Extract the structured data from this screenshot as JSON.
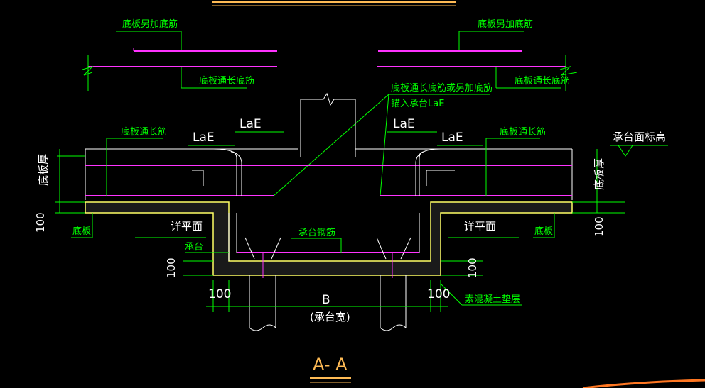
{
  "drawing": {
    "title": "A- A",
    "labels": {
      "top_left_add": "底板另加底筋",
      "top_right_add": "底板另加底筋",
      "top_left_long": "底板通长底筋",
      "top_right_long": "底板通长底筋",
      "center_callout_1": "底板通长底筋或另加底筋",
      "center_callout_2": "锚入承台LaE",
      "lae_left_outer": "LaE",
      "lae_left_inner": "LaE",
      "lae_right_inner": "LaE",
      "lae_right_outer": "LaE",
      "left_slab_long": "底板通长筋",
      "right_slab_long": "底板通长筋",
      "cap_top_elevation": "承台面标高",
      "slab_thickness_left": "底板厚",
      "slab_thickness_right": "底板厚",
      "dim_100_left_vertical": "100",
      "dim_100_right_vertical": "100",
      "slab_left": "底板",
      "slab_right": "底板",
      "detail_left": "详平面",
      "detail_right": "详平面",
      "cap_rebar": "承台钢筋",
      "cap": "承台",
      "dim_100_cap_left_vertical": "100",
      "dim_100_cap_right_vertical": "100",
      "dim_100_bottom_left": "100",
      "dim_100_bottom_right": "100",
      "width_B": "B",
      "width_caption": "(承台宽)",
      "plain_concrete": "素混凝土垫层"
    },
    "colors": {
      "line_green": "#00ff00",
      "line_magenta": "#ff33ff",
      "line_white": "#ffffff",
      "hatch_yellow": "#ffff66",
      "title_orange": "#ffbb55"
    }
  }
}
